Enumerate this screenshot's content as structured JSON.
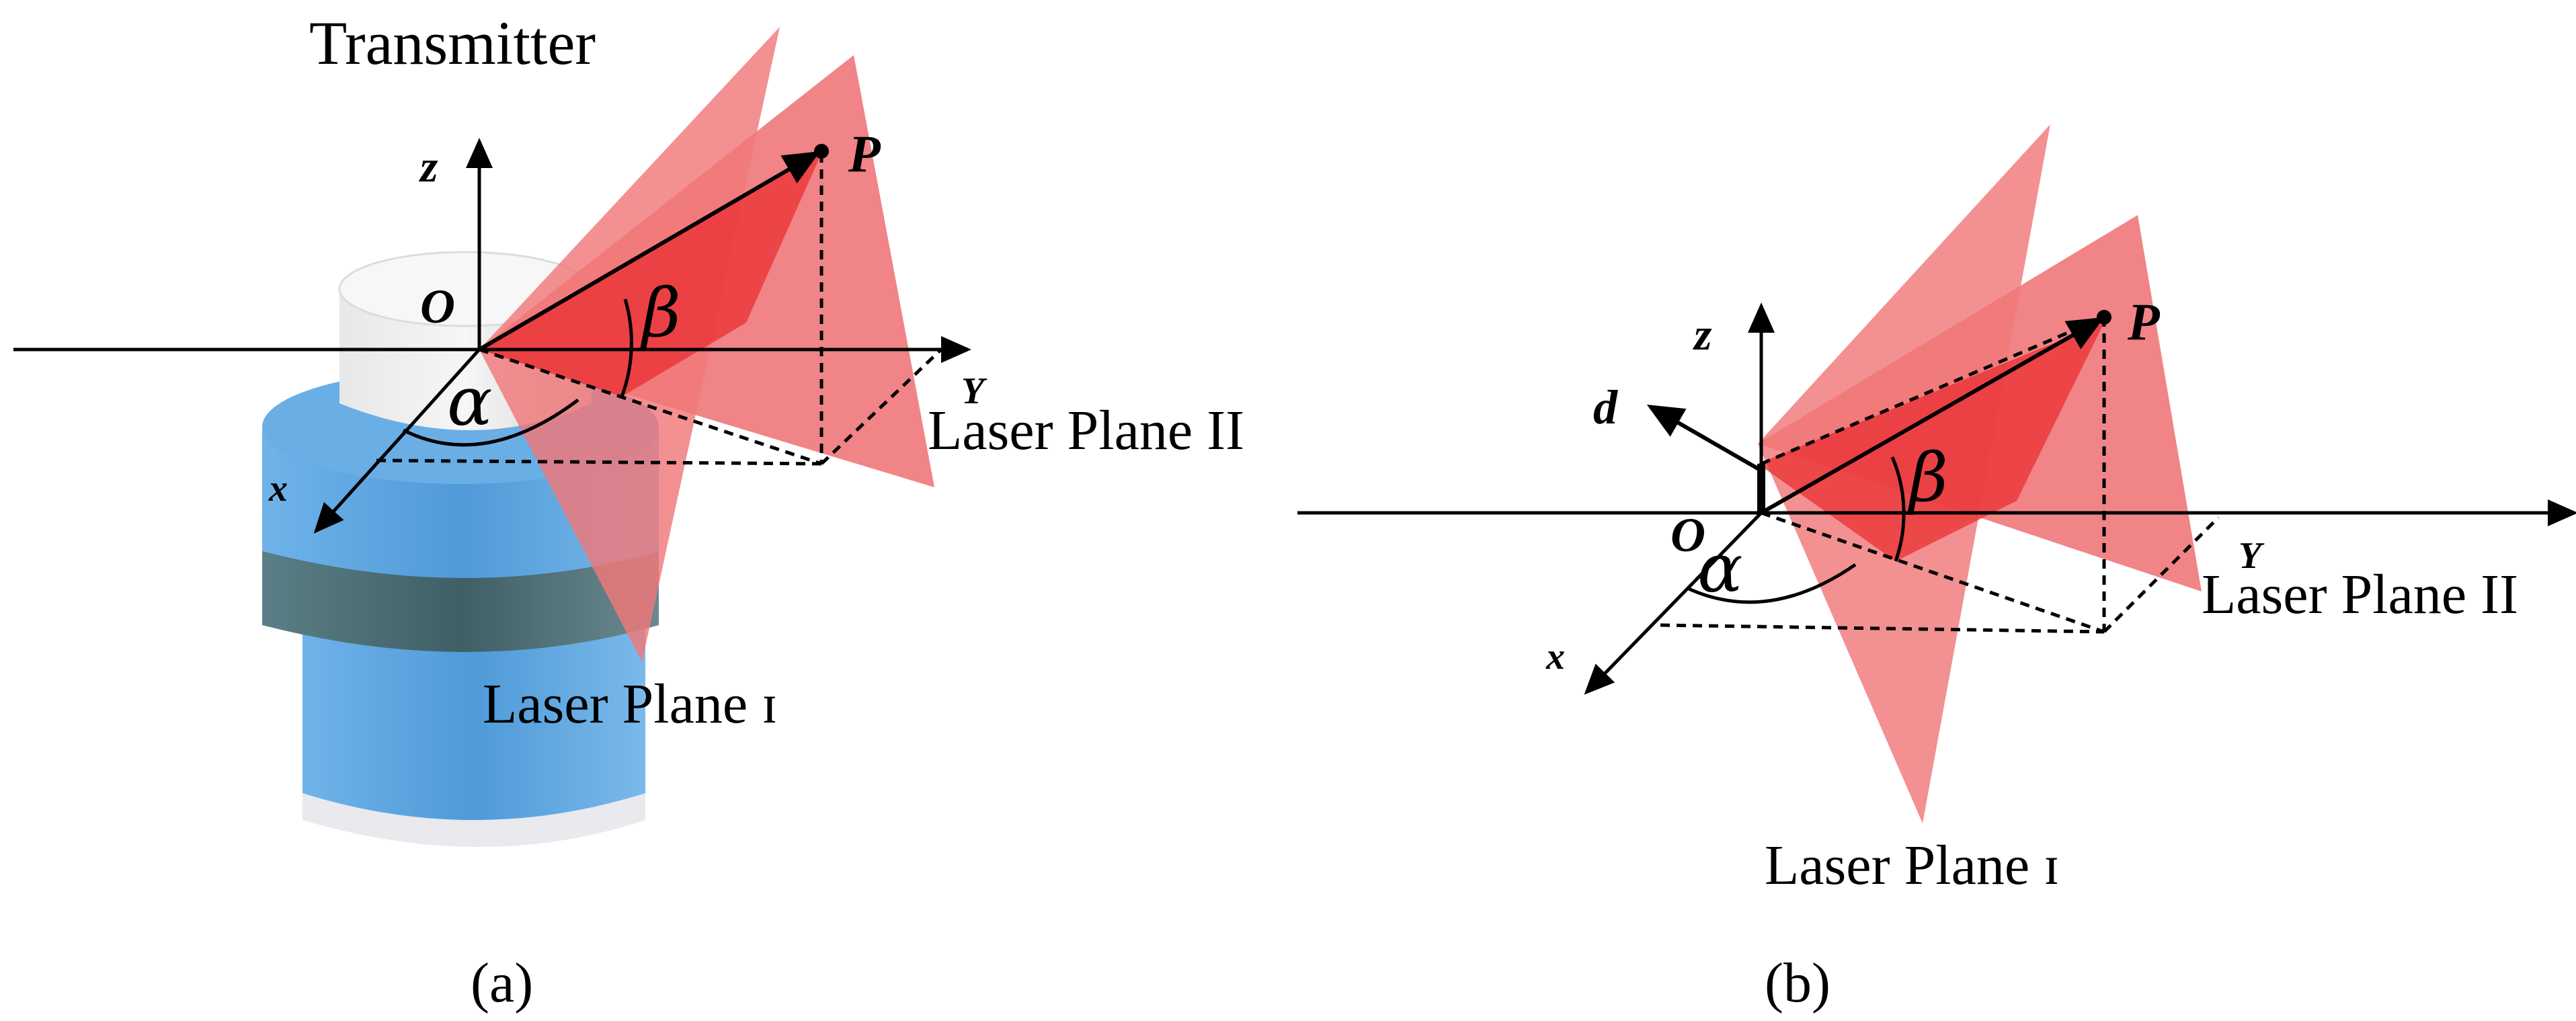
{
  "panel_a": {
    "title": "Transmitter",
    "axis_z": "z",
    "axis_x": "x",
    "axis_y": "Y",
    "origin": "O",
    "point": "P",
    "angle_alpha": "α",
    "angle_beta": "β",
    "plane_1": "Laser Plane ɪ",
    "plane_2": "Laser Plane II",
    "caption": "(a)"
  },
  "panel_b": {
    "axis_z": "z",
    "axis_x": "x",
    "axis_y": "Y",
    "dir": "d",
    "origin": "O",
    "point": "P",
    "angle_alpha": "α",
    "angle_beta": "β",
    "plane_1": "Laser Plane ɪ",
    "plane_2": "Laser Plane II",
    "caption": "(b)"
  },
  "colors": {
    "laser": "#f0787a",
    "laser_dark": "#e82a2a",
    "device_blue": "#5aa3df",
    "device_gray": "#cfcfcf"
  }
}
